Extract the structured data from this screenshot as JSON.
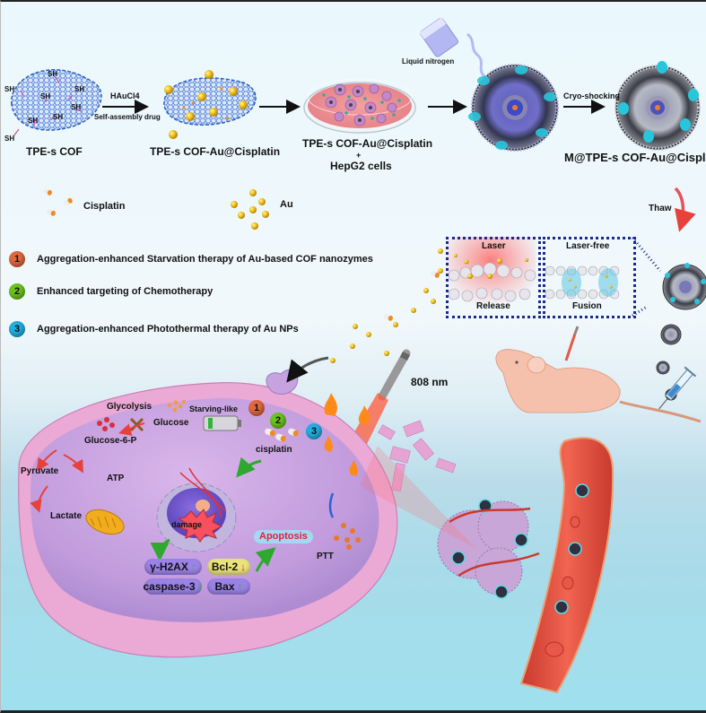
{
  "synthesis": {
    "cof_label": "TPE-s COF",
    "sh_group": "SH",
    "step1_reagent": "HAuCl4",
    "step1_process": "Self-assembly drug",
    "cof_au_label": "TPE-s COF-Au@Cisplatin",
    "culture_label_line1": "TPE-s COF-Au@Cisplatin",
    "culture_label_plus": "+",
    "culture_label_line2": "HepG2 cells",
    "liquid_nitrogen": "Liquid nitrogen",
    "cryo_step": "Cryo-shocking",
    "final_label": "M@TPE-s COF-Au@Cisplatin",
    "thaw": "Thaw"
  },
  "legend": {
    "cisplatin": "Cisplatin",
    "au": "Au"
  },
  "therapies": [
    {
      "num": "1",
      "text": "Aggregation-enhanced Starvation therapy of Au-based COF nanozymes",
      "color": "#e0683f"
    },
    {
      "num": "2",
      "text": "Enhanced targeting of Chemotherapy",
      "color": "#6cc31d"
    },
    {
      "num": "3",
      "text": "Aggregation-enhanced Photothermal therapy of Au NPs",
      "color": "#23aee0"
    }
  ],
  "membrane_panels": {
    "left_top": "Laser",
    "left_bottom": "Release",
    "right_top": "Laser-free",
    "right_bottom": "Fusion"
  },
  "laser": {
    "wavelength": "808 nm"
  },
  "cell": {
    "glycolysis": "Glycolysis",
    "glucose": "Glucose",
    "starving": "Starving-like",
    "glucose6p": "Glucose-6-P",
    "pyruvate": "Pyruvate",
    "atp": "ATP",
    "lactate": "Lactate",
    "cisplatin": "cisplatin",
    "damage": "damage",
    "apoptosis": "Apoptosis",
    "ptt": "PTT",
    "markers": [
      {
        "name": "γ-H2AX",
        "trend": "up"
      },
      {
        "name": "Bcl-2",
        "trend": "down"
      },
      {
        "name": "caspase-3",
        "trend": "up"
      },
      {
        "name": "Bax",
        "trend": "up"
      }
    ]
  },
  "colors": {
    "arrow": "#111111",
    "thaw_arrow": "#e8505b",
    "dotted_box": "#1b2a8a",
    "cell_membrane": "#e9a6d3",
    "apoptosis_text": "#e0203a"
  }
}
